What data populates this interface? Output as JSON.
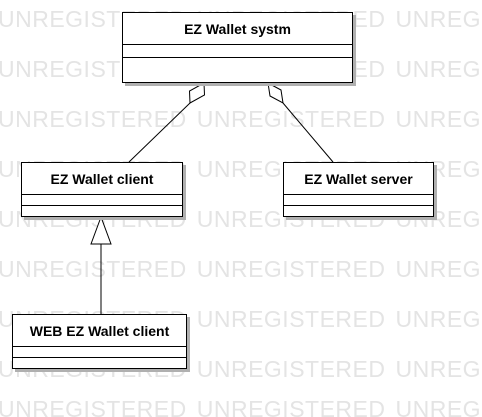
{
  "watermark": {
    "text": "UNREGISTERED"
  },
  "classes": {
    "system": {
      "name": "EZ Wallet systm"
    },
    "client": {
      "name": "EZ Wallet client"
    },
    "server": {
      "name": "EZ Wallet server"
    },
    "web_client": {
      "name": "WEB EZ Wallet client"
    }
  },
  "relations": [
    {
      "type": "aggregation",
      "from": "client",
      "to": "system"
    },
    {
      "type": "aggregation",
      "from": "server",
      "to": "system"
    },
    {
      "type": "generalization",
      "from": "web_client",
      "to": "client"
    }
  ],
  "colors": {
    "line": "#000000",
    "shadow": "#b0b0b0",
    "watermark": "#e4e4e4"
  }
}
